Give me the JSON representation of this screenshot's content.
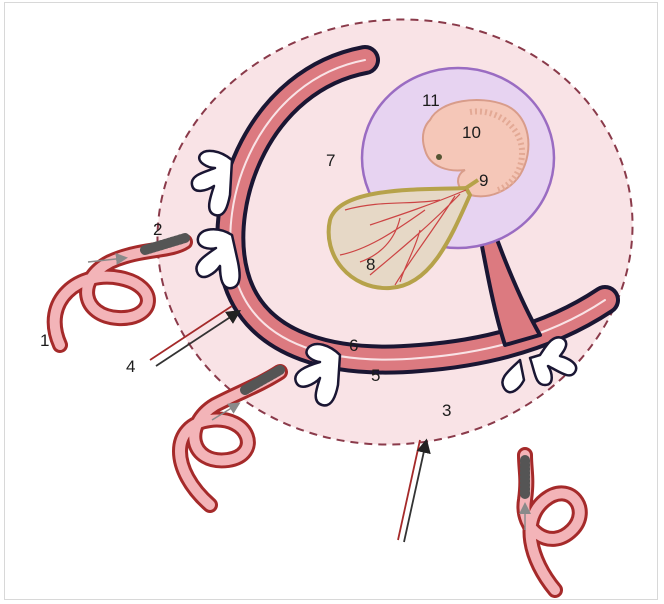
{
  "labels": {
    "l1": "1",
    "l2": "2",
    "l3": "3",
    "l4": "4",
    "l5": "5",
    "l6": "6",
    "l7": "7",
    "l8": "8",
    "l9": "9",
    "l10": "10",
    "l11": "11"
  },
  "colors": {
    "decidua_fill": "#f9e3e6",
    "decidua_border": "#8a3a4a",
    "amnion_fill": "#e7d3f1",
    "amnion_border": "#9a6cc2",
    "embryo_fill": "#f5c7b8",
    "yolk_sac_fill": "#e6d8c6",
    "yolk_sac_border": "#b6a24a",
    "vessel_dark": "#1a1633",
    "vessel_pink": "#dc7a80",
    "artery_red": "#a52a2a",
    "artery_fill": "#f3b4b8"
  },
  "icons": {
    "arrows": "flow-arrow-icon"
  }
}
